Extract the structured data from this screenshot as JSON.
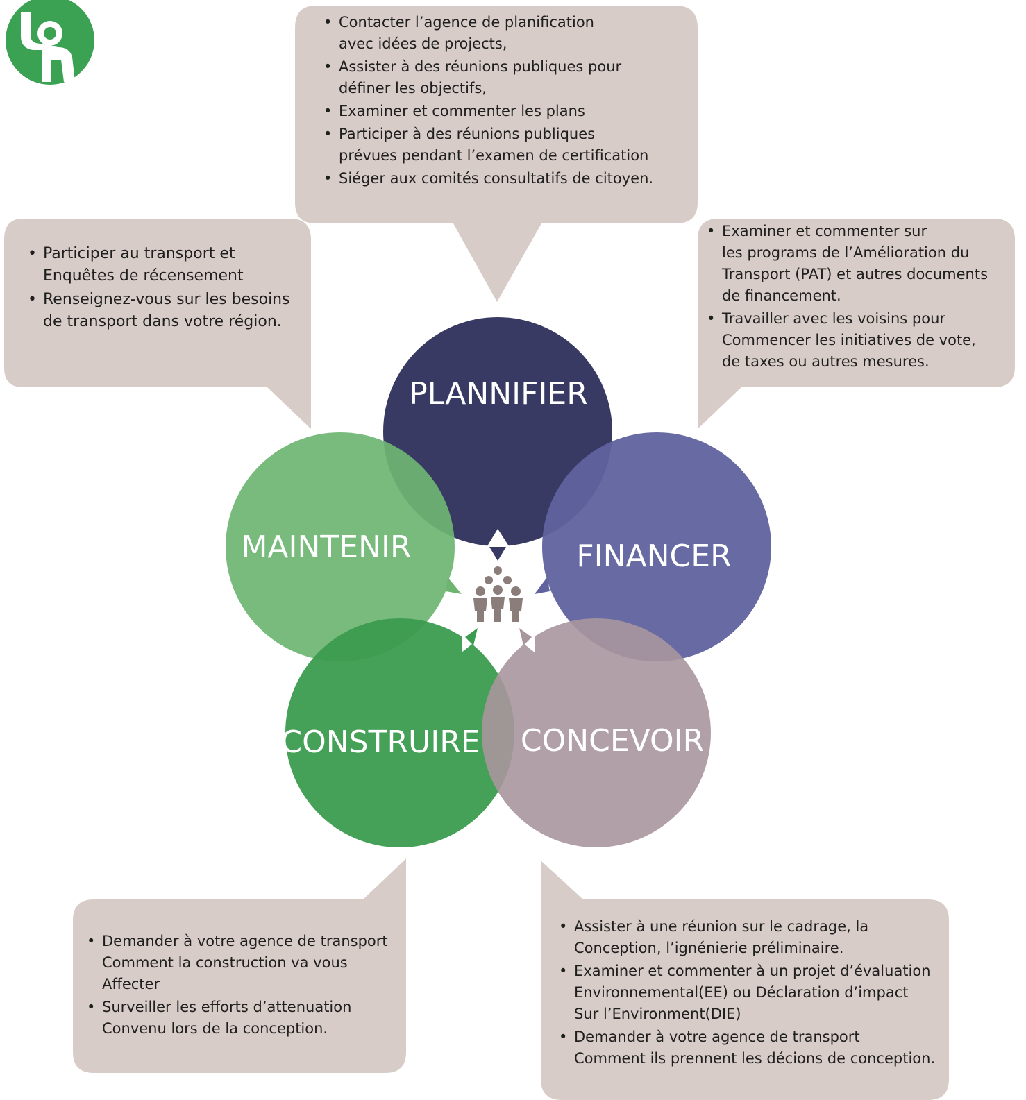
{
  "colors": {
    "callout_bg": "#d8ccc8",
    "plannifier": "#383a64",
    "financer": "#5f629e",
    "concevoir": "#a8969d",
    "construire": "#3b9b4f",
    "maintenir": "#6eb572",
    "people_icon": "#8a7d7a",
    "logo": "#3ca253"
  },
  "icons": {
    "logo": "raised-hand-person-icon",
    "center": "group-of-people-icon"
  },
  "circles": {
    "plannifier": "PLANNIFIER",
    "financer": "FINANCER",
    "concevoir": "CONCEVOIR",
    "construire": "CONSTRUIRE",
    "maintenir": "MAINTENIR"
  },
  "callouts": {
    "plannifier": {
      "items": [
        [
          "Contacter l’agence de planification",
          "avec  idées  de  projects,"
        ],
        [
          "Assister à des réunions publiques pour",
          "définer les objectifs,"
        ],
        [
          "Examiner et commenter les plans"
        ],
        [
          "Participer à des réunions publiques",
          "prévues pendant l’examen de certification"
        ],
        [
          "Siéger aux comités consultatifs de citoyen."
        ]
      ]
    },
    "maintenir": {
      "items": [
        [
          "Participer au transport et",
          "Enquêtes de récensement"
        ],
        [
          "Renseignez-vous sur les besoins",
          "de transport dans votre région."
        ]
      ]
    },
    "financer": {
      "items": [
        [
          "Examiner et commenter  sur",
          "les programs de l’Amélioration du",
          "Transport (PAT) et autres documents",
          "de financement."
        ],
        [
          "Travailler avec les voisins pour",
          "Commencer les initiatives de vote,",
          "de taxes ou autres mesures."
        ]
      ]
    },
    "construire": {
      "items": [
        [
          "Demander à votre agence de transport",
          "Comment la construction va vous",
          "Affecter"
        ],
        [
          "Surveiller les efforts d’attenuation",
          "Convenu lors de la conception."
        ]
      ]
    },
    "concevoir": {
      "items": [
        [
          "Assister à une réunion sur le cadrage, la",
          "Conception, l’ignénierie préliminaire."
        ],
        [
          "Examiner et commenter à un projet d’évaluation",
          "Environnemental(EE)   ou Déclaration d’impact",
          "Sur l’Environment(DIE)"
        ],
        [
          "Demander à votre agence de transport",
          "Comment ils prennent les décions de conception."
        ]
      ]
    }
  }
}
